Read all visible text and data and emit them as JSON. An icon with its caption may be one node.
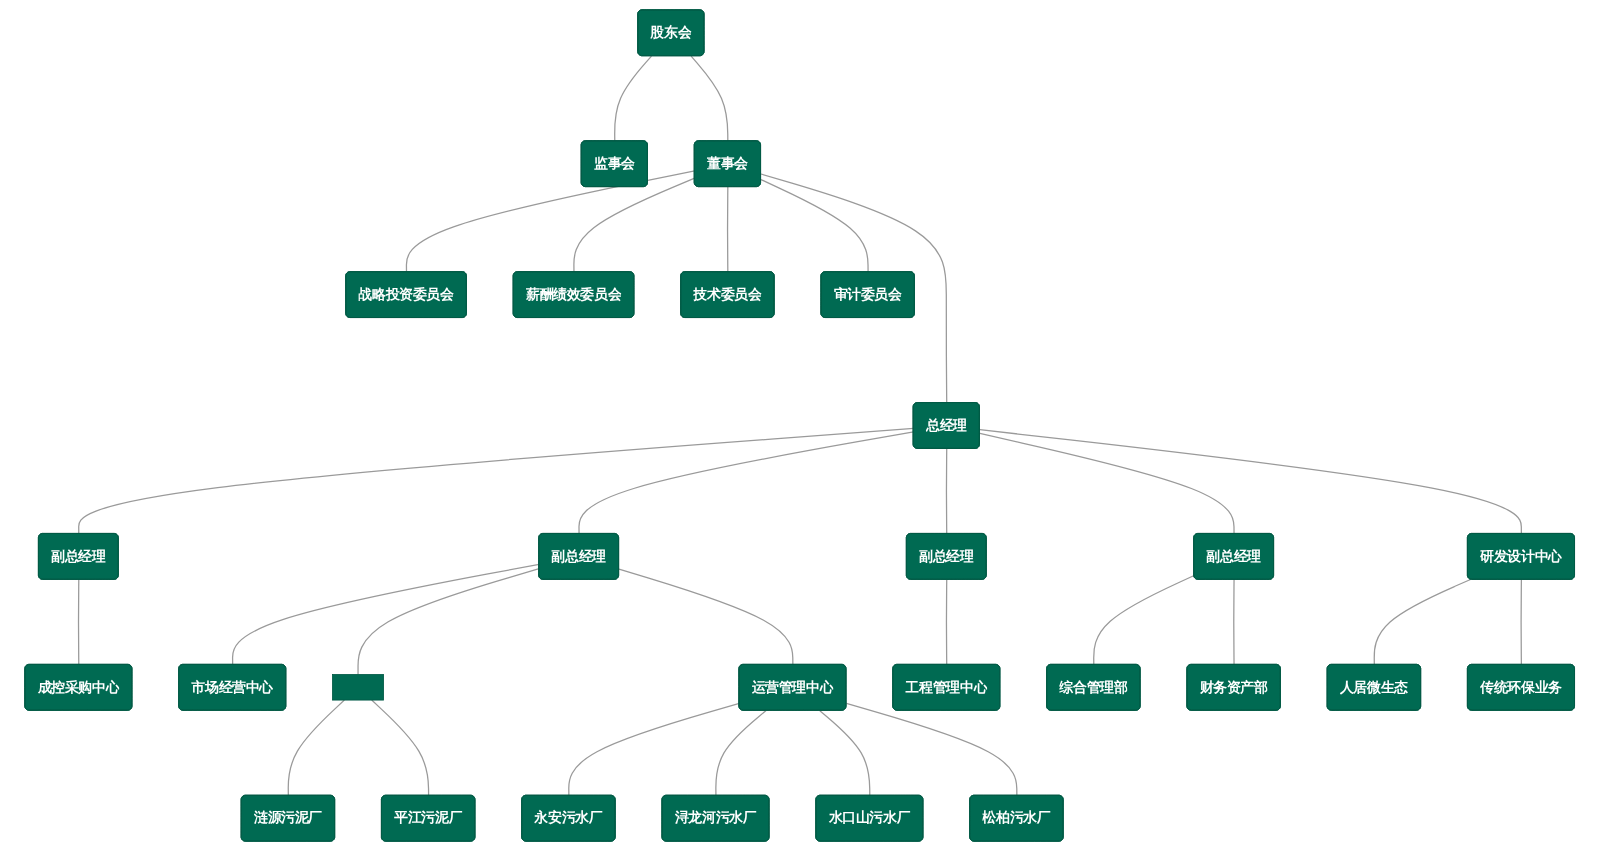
{
  "diagram": {
    "nodes": [
      {
        "text": [
          "股东会"
        ]
      },
      {
        "text": [
          "监事会"
        ]
      },
      {
        "text": [
          "董事会"
        ]
      },
      {
        "text": [
          "战略投资委员会"
        ]
      },
      {
        "text": [
          "薪酬绩效委员会"
        ]
      },
      {
        "text": [
          "技术委员会"
        ]
      },
      {
        "text": [
          "审计委员会"
        ]
      },
      {
        "text": [
          "总经理"
        ]
      },
      {
        "text": [
          "副总经理"
        ]
      },
      {
        "text": [
          "副总经理"
        ]
      },
      {
        "text": [
          "副总经理"
        ]
      },
      {
        "text": [
          "副总经理"
        ]
      },
      {
        "text": [
          "研发设计中心"
        ]
      },
      {
        "text": [
          "成控采购中心"
        ]
      },
      {
        "text": [
          "市场经营中心"
        ]
      },
      {
        "text": [],
        "shape": "box"
      },
      {
        "text": [
          "运营管理中心"
        ]
      },
      {
        "text": [
          "工程管理中心"
        ]
      },
      {
        "text": [
          "综合管理部"
        ]
      },
      {
        "text": [
          "财务资产部"
        ]
      },
      {
        "text": [
          "人居微生态"
        ]
      },
      {
        "text": [
          "传统环保业务"
        ]
      },
      {
        "text": [
          "涟源污泥厂"
        ]
      },
      {
        "text": [
          "平江污泥厂"
        ]
      },
      {
        "text": [
          "永安污水厂"
        ]
      },
      {
        "text": [
          "浔龙河污水厂"
        ]
      },
      {
        "text": [
          "水口山污水厂"
        ]
      },
      {
        "text": [
          "松柏污水厂"
        ]
      }
    ],
    "edges": [
      {
        "from": 0,
        "to": 1,
        "arrow": "none"
      },
      {
        "from": 0,
        "to": 2,
        "arrow": "none"
      },
      {
        "from": 2,
        "to": 3,
        "arrow": "none"
      },
      {
        "from": 2,
        "to": 4,
        "arrow": "none"
      },
      {
        "from": 2,
        "to": 5,
        "arrow": "none"
      },
      {
        "from": 2,
        "to": 6,
        "arrow": "none"
      },
      {
        "from": 2,
        "to": 7,
        "arrow": "none"
      },
      {
        "from": 7,
        "to": 12,
        "arrow": "none"
      },
      {
        "from": 7,
        "to": 8,
        "arrow": "none"
      },
      {
        "from": 7,
        "to": 9,
        "arrow": "none"
      },
      {
        "from": 7,
        "to": 10,
        "arrow": "none"
      },
      {
        "from": 7,
        "to": 11,
        "arrow": "none"
      },
      {
        "from": 8,
        "to": 13,
        "arrow": "none"
      },
      {
        "from": 9,
        "to": 14,
        "arrow": "none"
      },
      {
        "from": 9,
        "to": 15,
        "arrow": "none"
      },
      {
        "from": 9,
        "to": 16,
        "arrow": "none"
      },
      {
        "from": 10,
        "to": 17,
        "arrow": "none"
      },
      {
        "from": 11,
        "to": 18,
        "arrow": "none"
      },
      {
        "from": 11,
        "to": 19,
        "arrow": "none"
      },
      {
        "from": 12,
        "to": 20,
        "arrow": "none"
      },
      {
        "from": 12,
        "to": 21,
        "arrow": "none"
      },
      {
        "from": 15,
        "to": 22,
        "arrow": "none"
      },
      {
        "from": 15,
        "to": 23,
        "arrow": "none"
      },
      {
        "from": 16,
        "to": 24,
        "arrow": "none"
      },
      {
        "from": 16,
        "to": 25,
        "arrow": "none"
      },
      {
        "from": 16,
        "to": 26,
        "arrow": "none"
      },
      {
        "from": 16,
        "to": 27,
        "arrow": "none"
      }
    ]
  }
}
